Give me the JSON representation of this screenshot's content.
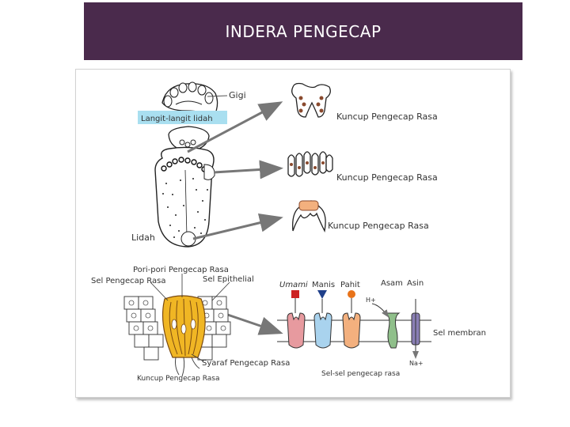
{
  "slide": {
    "title": "INDERA PENGECAP"
  },
  "diagram": {
    "labels": {
      "gigi": "Gigi",
      "langit": "Langit-langit lidah",
      "kuncup1": "Kuncup Pengecap Rasa",
      "kuncup2": "Kuncup Pengecap Rasa",
      "kuncup3": "Kuncup Pengecap Rasa",
      "lidah": "Lidah",
      "pori": "Pori-pori Pengecap Rasa",
      "sel_pengecap": "Sel Pengecap Rasa",
      "sel_epithelial": "Sel Epithelial",
      "umami": "Umami",
      "manis": "Manis",
      "pahit": "Pahit",
      "asam": "Asam",
      "asin": "Asin",
      "h_plus": "H+",
      "sel_membran": "Sel membran",
      "na_plus": "Na+",
      "syaraf": "Syaraf Pengecap Rasa",
      "sel_sel": "Sel-sel pengecap rasa",
      "kuncup_bottom": "Kuncup Pengecap Rasa"
    },
    "colors": {
      "title_bg": "#4a2a4c",
      "label_highlight": "#a9dff0",
      "umami": "#cc2222",
      "manis": "#1f3f8a",
      "pahit": "#e8731a",
      "cell_pink": "#e79a9f",
      "cell_blue": "#a9d3ee",
      "cell_orange": "#f3b07e",
      "cell_green": "#8fbf8a",
      "cell_purple": "#8a7fb5",
      "taste_bud_yellow": "#f0b624",
      "arrow": "#777777"
    },
    "icons": [
      "tongue-illustration",
      "taste-bud-illustration",
      "arrow-icon",
      "square-marker-icon",
      "triangle-marker-icon",
      "circle-marker-icon"
    ]
  }
}
